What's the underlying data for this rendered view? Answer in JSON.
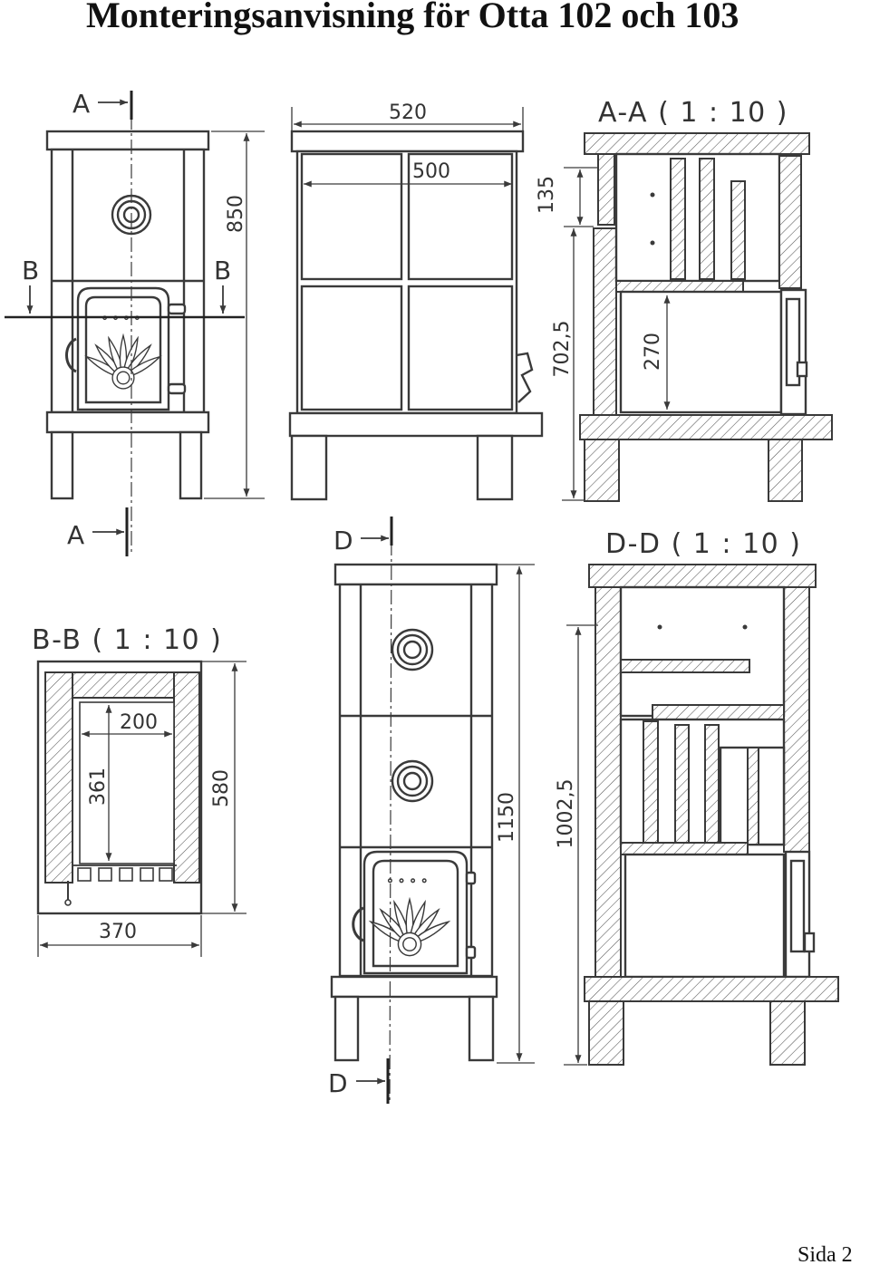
{
  "title": "Monteringsanvisning för Otta 102 och 103",
  "page_label": "Sida 2",
  "section_markers": {
    "a_top": "A",
    "a_bottom": "A",
    "b_left": "B",
    "b_right": "B",
    "d_top": "D",
    "d_bottom": "D"
  },
  "section_titles": {
    "aa": "A-A ( 1 : 10 )",
    "bb": "B-B ( 1 : 10 )",
    "dd": "D-D ( 1 : 10 )"
  },
  "dimensions": {
    "front_102_height": "850",
    "side_outer_width": "520",
    "side_inner_width": "500",
    "aa_top": "135",
    "aa_height": "702,5",
    "aa_firebox": "270",
    "bb_inner_width": "200",
    "bb_inner_depth": "361",
    "bb_outer_depth": "580",
    "bb_outer_width": "370",
    "front_103_height": "1150",
    "dd_height": "1002,5"
  },
  "colors": {
    "line": "#3a3a3a",
    "background": "#ffffff"
  }
}
